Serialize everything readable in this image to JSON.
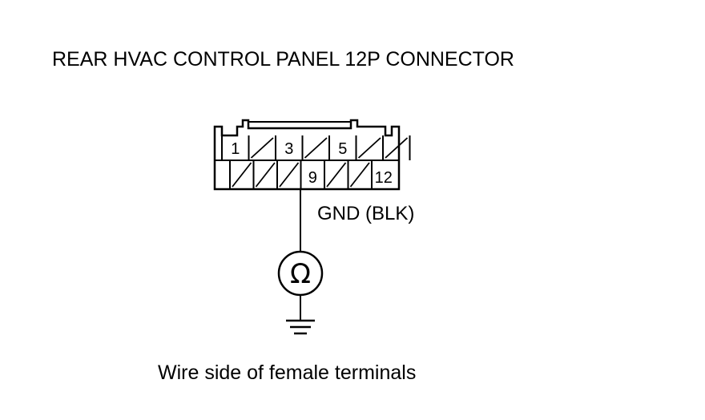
{
  "title": "REAR HVAC CONTROL PANEL 12P CONNECTOR",
  "connector": {
    "top_row": [
      "1",
      "",
      "3",
      "",
      "5",
      "",
      ""
    ],
    "bottom_row": [
      "",
      "",
      "",
      "9",
      "",
      "",
      "12"
    ]
  },
  "wire_label": "GND (BLK)",
  "meter_symbol": "Ω",
  "caption": "Wire side of female terminals",
  "icons": [
    "ohmmeter-icon",
    "ground-icon"
  ]
}
